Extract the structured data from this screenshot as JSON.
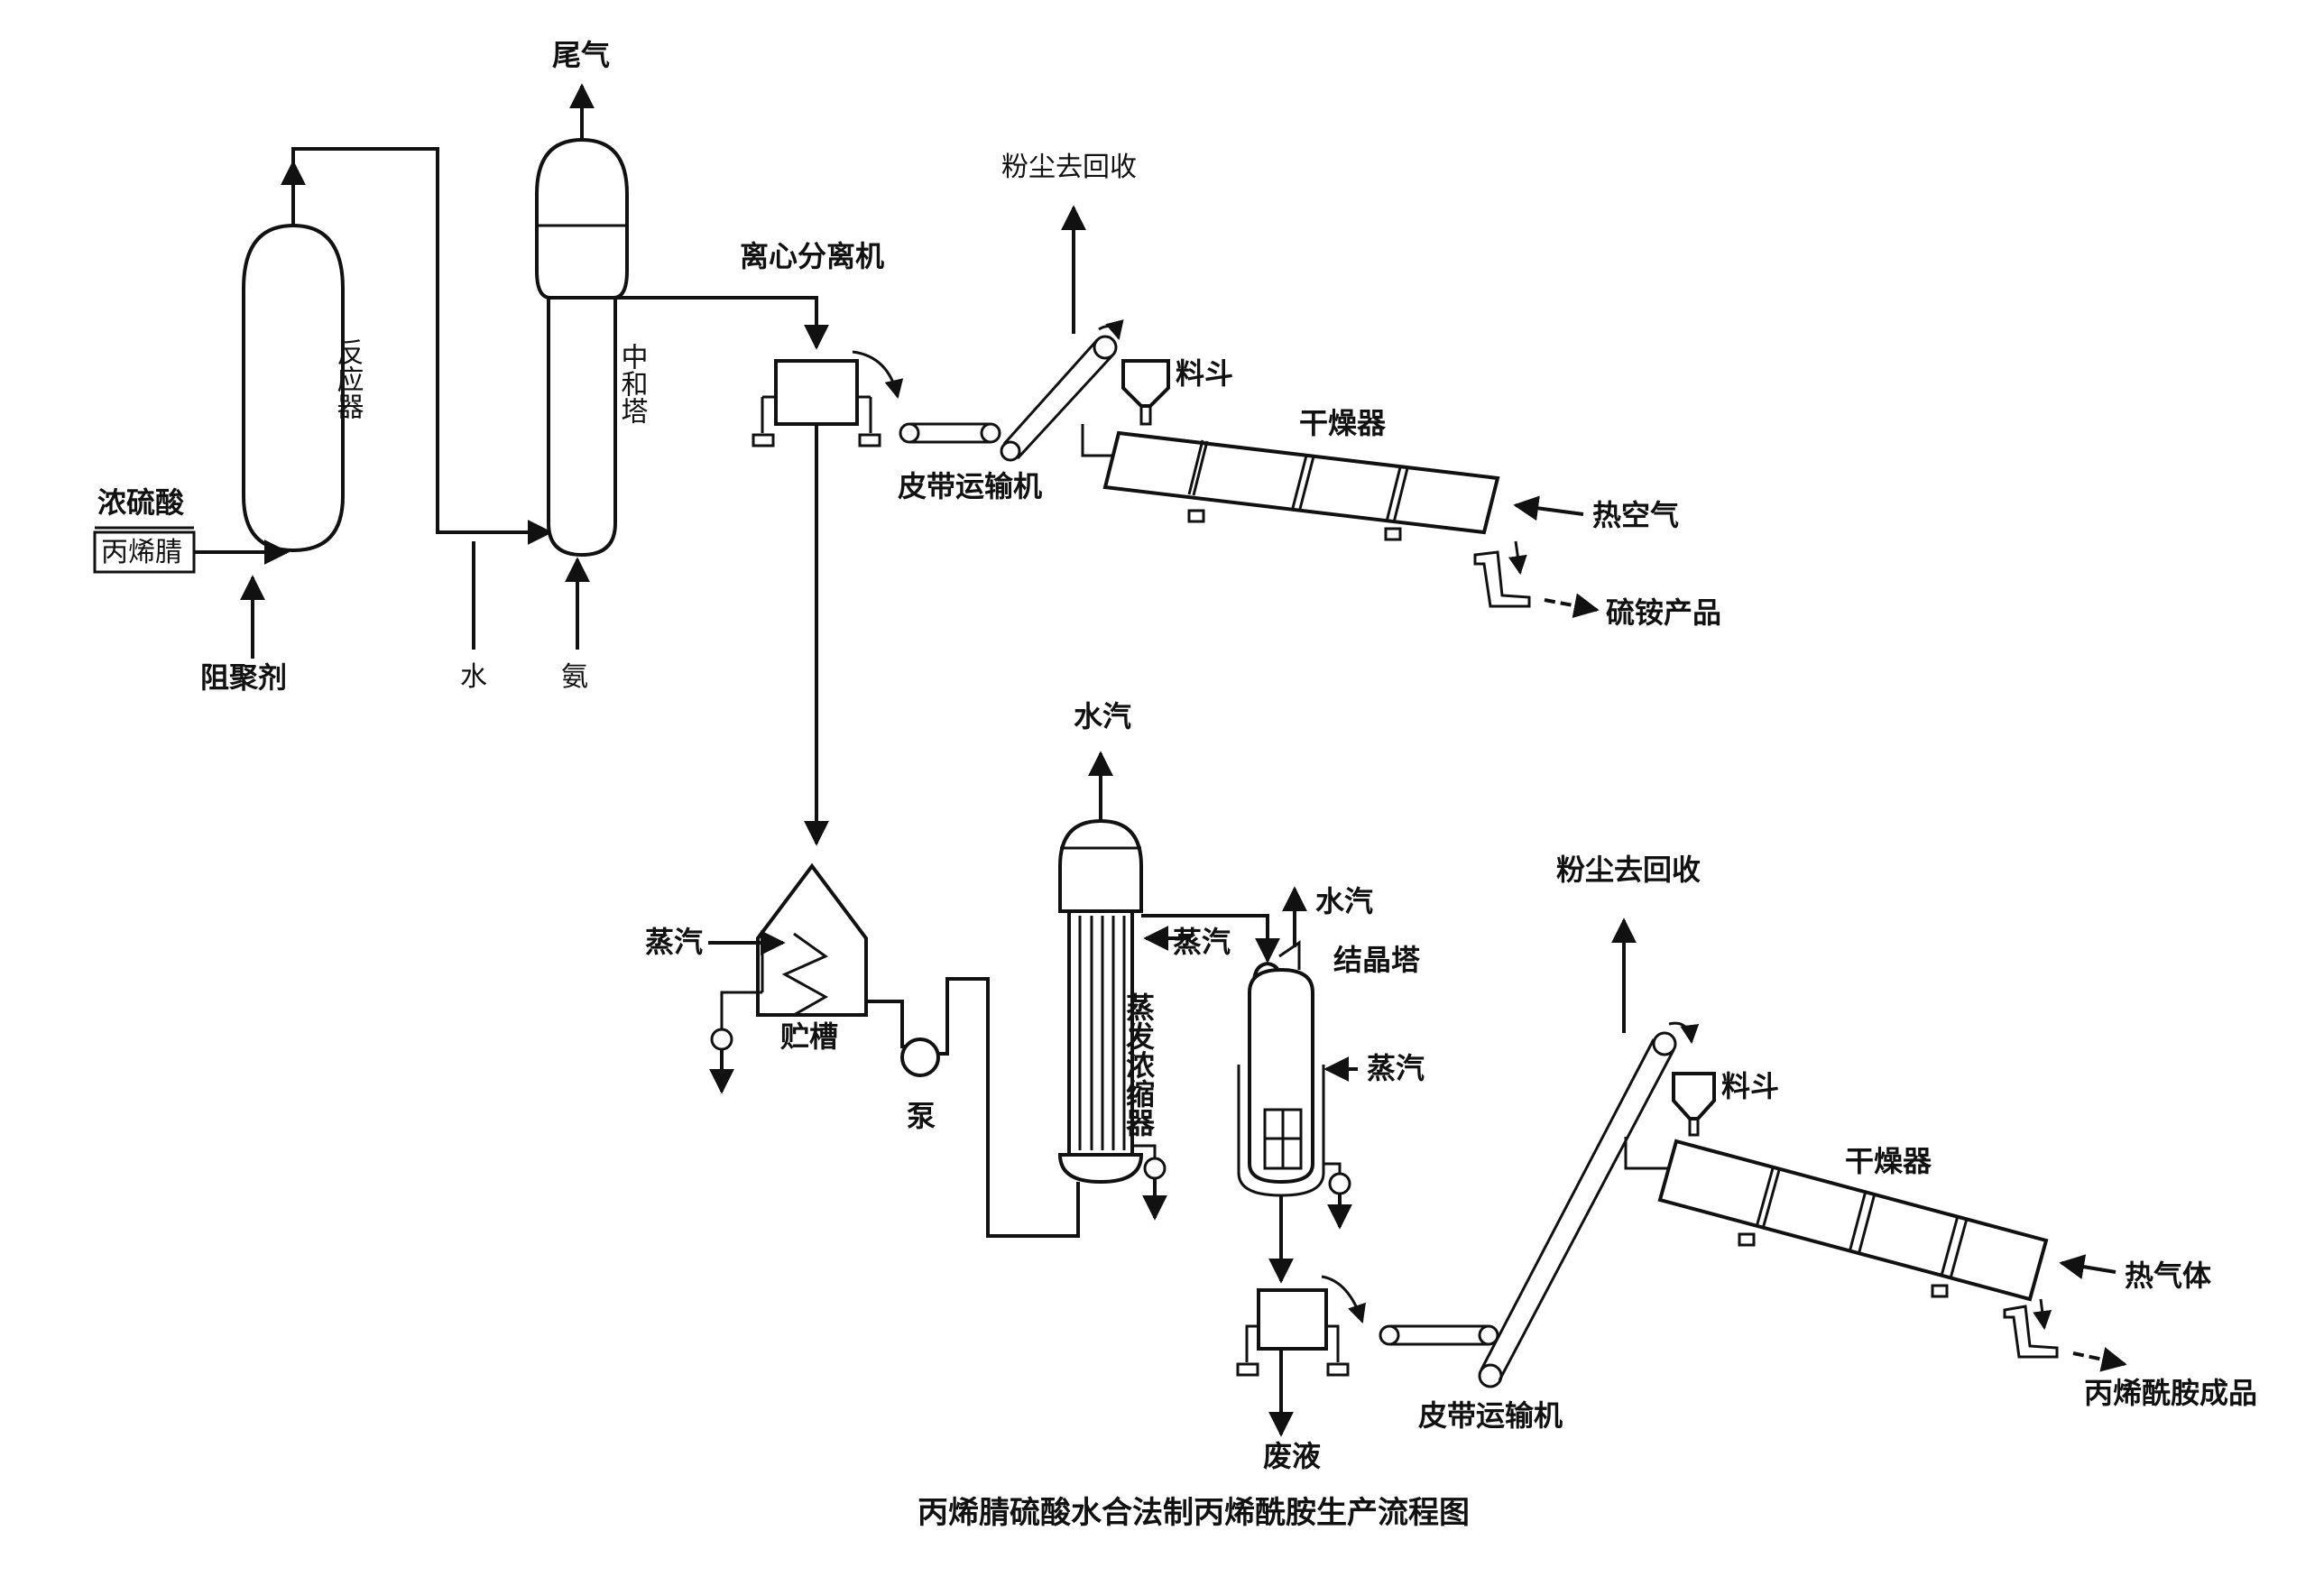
{
  "diagram": {
    "caption": "丙烯腈硫酸水合法制丙烯酰胺生产流程图",
    "labels": {
      "tail_gas": "尾气",
      "reactor": "反应器",
      "neutralization_tower": "中和塔",
      "conc_sulfuric_acid": "浓硫酸",
      "acrylonitrile": "丙烯腈",
      "polymerization_inhibitor": "阻聚剂",
      "water": "水",
      "ammonia": "氨",
      "centrifuge": "离心分离机",
      "dust_recovery_top": "粉尘去回收",
      "hopper_top": "料斗",
      "dryer_top": "干燥器",
      "belt_conveyor_top": "皮带运输机",
      "hot_air": "热空气",
      "ammonium_sulfate_product": "硫铵产品",
      "steam_out_evap": "水汽",
      "steam_in_tank": "蒸汽",
      "storage_tank": "贮槽",
      "pump": "泵",
      "steam_in_evap": "蒸汽",
      "evaporator": "蒸发浓缩器",
      "steam_out_cryst": "水汽",
      "crystallizer": "结晶塔",
      "steam_in_cryst": "蒸汽",
      "dust_recovery_bottom": "粉尘去回收",
      "hopper_bottom": "料斗",
      "dryer_bottom": "干燥器",
      "hot_gas": "热气体",
      "acrylamide_product": "丙烯酰胺成品",
      "waste_liquid": "废液",
      "belt_conveyor_bottom": "皮带运输机"
    }
  }
}
